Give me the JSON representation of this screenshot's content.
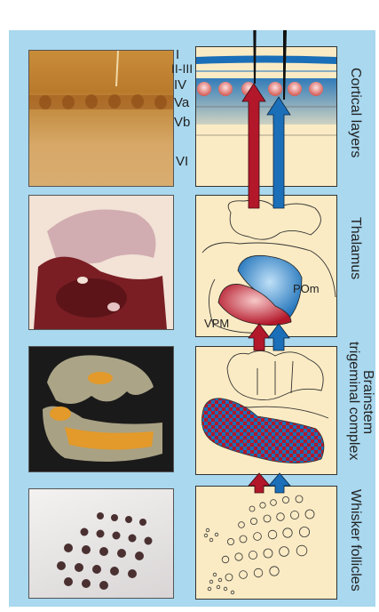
{
  "labels": {
    "cortical_layers": "Cortical layers",
    "thalamus": "Thalamus",
    "brainstem_line1": "Brainstem",
    "brainstem_line2": "trigeminal complex",
    "whisker_follicles": "Whisker follicles"
  },
  "layers": [
    "I",
    "II-III",
    "IV",
    "Va",
    "Vb",
    "VI"
  ],
  "nuclei": {
    "vpm": "VPM",
    "pom": "POm"
  },
  "colors": {
    "background": "#a9d8ef",
    "panel": "#fbebc4",
    "lemniscal_red": "#b3172a",
    "paralemniscal_blue": "#1b6fb8",
    "barrel_pink": "#e28a8a"
  },
  "icons": {
    "electrode": "electrode-icon",
    "pathway_arrow": "arrow-up-icon"
  }
}
